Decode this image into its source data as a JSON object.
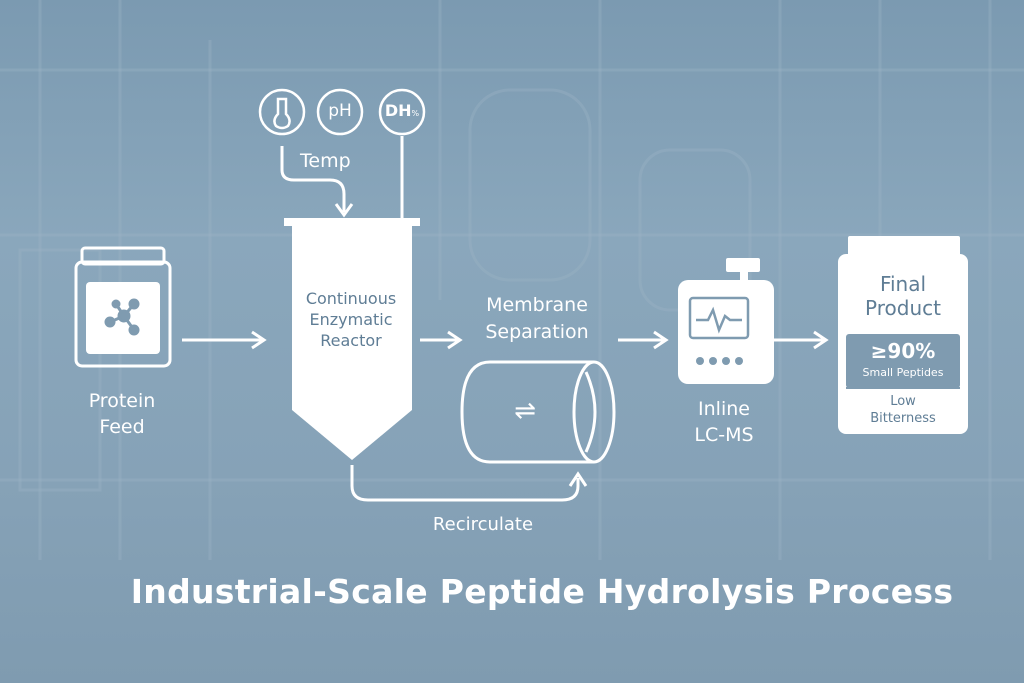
{
  "sensors": {
    "ph_label": "pH",
    "dh_label": "DH",
    "dh_suffix": "%",
    "temp_label": "Temp"
  },
  "feed": {
    "label_line1": "Protein",
    "label_line2": "Feed"
  },
  "reactor": {
    "line1": "Continuous",
    "line2": "Enzymatic",
    "line3": "Reactor"
  },
  "membrane": {
    "line1": "Membrane",
    "line2": "Separation",
    "exchange_symbol": "⇌"
  },
  "recirculate": {
    "label": "Recirculate"
  },
  "lcms": {
    "line1": "Inline",
    "line2": "LC-MS"
  },
  "product": {
    "title_line1": "Final",
    "title_line2": "Product",
    "stat_value": "≥90%",
    "stat_label": "Small Peptides",
    "note_line1": "Low",
    "note_line2": "Bitterness"
  },
  "footer": {
    "title": "Industrial-Scale Peptide Hydrolysis Process"
  },
  "colors": {
    "background": "#7f9bb0",
    "foreground": "#ffffff",
    "label_dark": "#5f7d95"
  }
}
